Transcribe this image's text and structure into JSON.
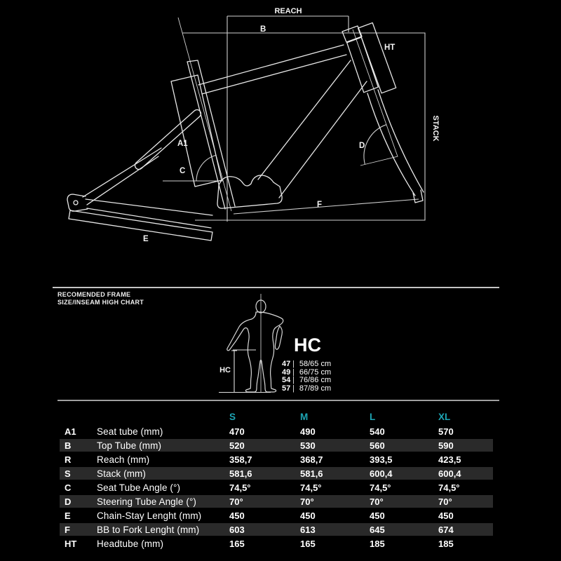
{
  "diagram": {
    "labels": {
      "reach": "REACH",
      "b": "B",
      "ht": "HT",
      "stack": "STACK",
      "a1": "A1",
      "c": "C",
      "d": "D",
      "e": "E",
      "f": "F"
    }
  },
  "hc_section": {
    "heading_line1": "RECOMENDED FRAME",
    "heading_line2": "SIZE/INSEAM HIGH CHART",
    "measure_label": "HC",
    "title": "HC",
    "rows": [
      {
        "size": "47",
        "separator": "|",
        "range": "58/65 cm"
      },
      {
        "size": "49",
        "separator": "|",
        "range": "66/75 cm"
      },
      {
        "size": "54",
        "separator": "|",
        "range": "76/86 cm"
      },
      {
        "size": "57",
        "separator": "|",
        "range": "87/89 cm"
      }
    ]
  },
  "table": {
    "headers": [
      "S",
      "M",
      "L",
      "XL"
    ],
    "rows": [
      {
        "code": "A1",
        "label": "Seat tube (mm)",
        "values": [
          "470",
          "490",
          "540",
          "570"
        ]
      },
      {
        "code": "B",
        "label": "Top Tube (mm)",
        "values": [
          "520",
          "530",
          "560",
          "590"
        ]
      },
      {
        "code": "R",
        "label": "Reach (mm)",
        "values": [
          "358,7",
          "368,7",
          "393,5",
          "423,5"
        ]
      },
      {
        "code": "S",
        "label": "Stack (mm)",
        "values": [
          "581,6",
          "581,6",
          "600,4",
          "600,4"
        ]
      },
      {
        "code": "C",
        "label": "Seat Tube Angle (°)",
        "values": [
          "74,5°",
          "74,5°",
          "74,5°",
          "74,5°"
        ]
      },
      {
        "code": "D",
        "label": "Steering Tube Angle (°)",
        "values": [
          "70°",
          "70°",
          "70°",
          "70°"
        ]
      },
      {
        "code": "E",
        "label": "Chain-Stay Lenght (mm)",
        "values": [
          "450",
          "450",
          "450",
          "450"
        ]
      },
      {
        "code": "F",
        "label": "BB to Fork Lenght (mm)",
        "values": [
          "603",
          "613",
          "645",
          "674"
        ]
      },
      {
        "code": "HT",
        "label": "Headtube (mm)",
        "values": [
          "165",
          "165",
          "185",
          "185"
        ]
      }
    ]
  },
  "colors": {
    "accent": "#1da5b4",
    "stripe": "#2a2a2a",
    "line": "#e8e8e8",
    "background": "#000000"
  }
}
